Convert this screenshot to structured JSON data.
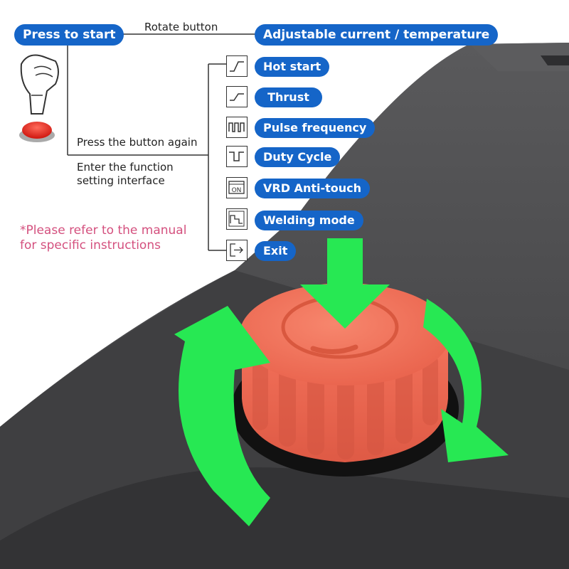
{
  "header": {
    "start_label": "Press to start",
    "rotate_label": "Rotate button",
    "adjust_label": "Adjustable current / temperature"
  },
  "left": {
    "press_again": "Press the button again",
    "enter_line1": "Enter the function",
    "enter_line2": "setting interface",
    "note_line1": "*Please refer to the manual",
    "note_line2": "for specific instructions"
  },
  "functions": [
    {
      "label": "Hot start",
      "icon": "hot-start-icon"
    },
    {
      "label": "Thrust",
      "icon": "thrust-icon"
    },
    {
      "label": "Pulse frequency",
      "icon": "pulse-frequency-icon"
    },
    {
      "label": "Duty Cycle",
      "icon": "duty-cycle-icon"
    },
    {
      "label": "VRD Anti-touch",
      "icon": "vrd-icon"
    },
    {
      "label": "Welding mode",
      "icon": "welding-mode-icon"
    },
    {
      "label": "Exit",
      "icon": "exit-icon"
    }
  ],
  "icon_glyph_vrd": "ON",
  "colors": {
    "pill": "#1565c8",
    "knob": "#f2705a",
    "arrow": "#27e853",
    "note": "#d4507e",
    "machine": "#4a4a4c"
  }
}
